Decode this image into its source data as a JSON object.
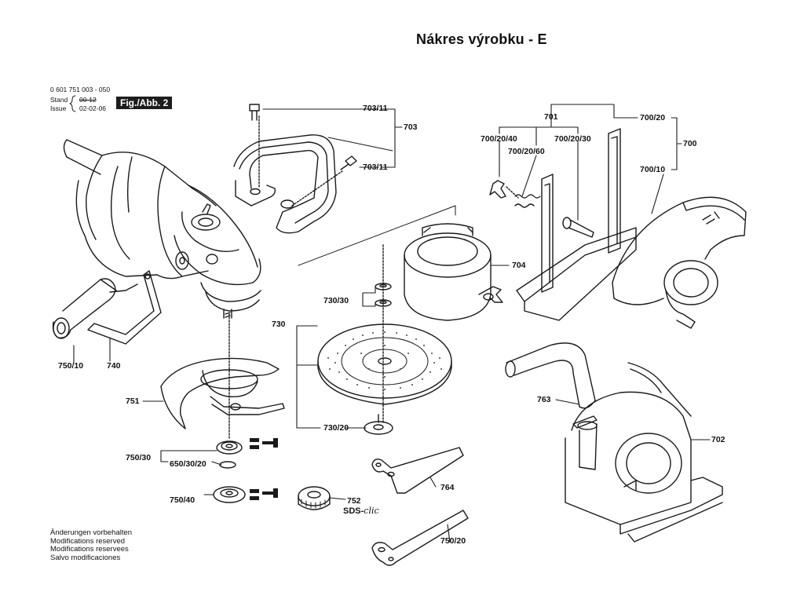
{
  "header": {
    "title": "Nákres výrobku - E",
    "part_number": "0 601 751 003 - 050",
    "stand_label": "Stand",
    "stand_value": "00-12",
    "issue_label": "Issue",
    "issue_value": "02-02-06",
    "figure_badge": "Fig./Abb. 2"
  },
  "notes": [
    "Änderungen vorbehalten",
    "Modifications reserved",
    "Modifications reservees",
    "Salvo modificaciones"
  ],
  "labels": {
    "p703_11a": "703/11",
    "p703": "703",
    "p703_11b": "703/11",
    "p701": "701",
    "p700_20_top": "700/20",
    "p700": "700",
    "p700_10": "700/10",
    "p700_20_40": "700/20/40",
    "p700_20_60": "700/20/60",
    "p700_20_30": "700/20/30",
    "p704": "704",
    "p730_30": "730/30",
    "p730": "730",
    "p730_20": "730/20",
    "p750_10": "750/10",
    "p740": "740",
    "p751": "751",
    "p750_30": "750/30",
    "p650_30_20": "650/30/20",
    "p750_40": "750/40",
    "p752": "752",
    "sds_text": "SDS-",
    "sds_italic": "clic",
    "p764": "764",
    "p750_20": "750/20",
    "p763": "763",
    "p702": "702"
  }
}
